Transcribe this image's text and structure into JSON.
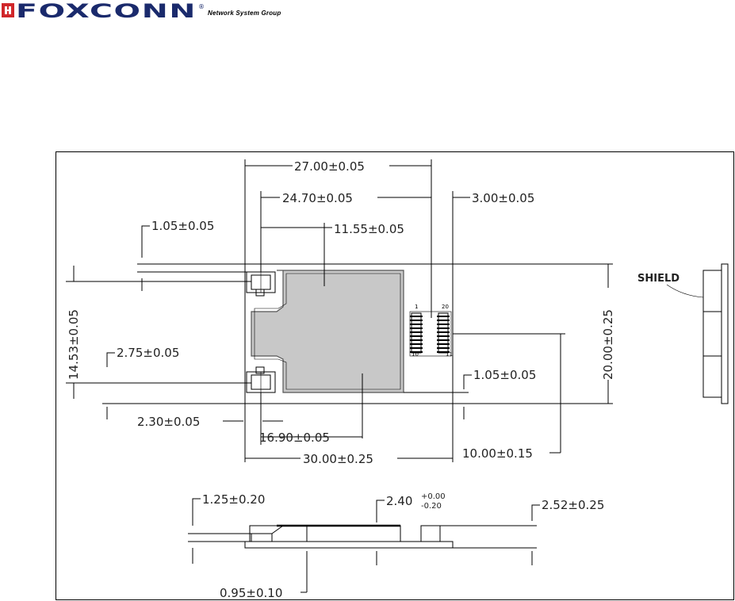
{
  "header": {
    "brand": "FOXCONN",
    "registered": "®",
    "subtitle": "Network System Group",
    "brand_color": "#d0272b",
    "text_color": "#1a2a6c"
  },
  "dimensions": {
    "d_27_00": "27.00±0.05",
    "d_24_70": "24.70±0.05",
    "d_3_00": "3.00±0.05",
    "d_1_05_top": "1.05±0.05",
    "d_11_55": "11.55±0.05",
    "d_14_53": "14.53±0.05",
    "d_20_00": "20.00±0.25",
    "d_2_75": "2.75±0.05",
    "d_1_05_right": "1.05±0.05",
    "d_2_30": "2.30±0.05",
    "d_16_90": "16.90±0.05",
    "d_30_00": "30.00±0.25",
    "d_10_00": "10.00±0.15",
    "d_1_25": "1.25±0.20",
    "d_2_40": "2.40",
    "d_2_40_plus": "+0.00",
    "d_2_40_minus": "-0.20",
    "d_2_52": "2.52±0.25",
    "d_0_95": "0.95±0.10"
  },
  "labels": {
    "shield": "SHIELD",
    "pin_1": "1",
    "pin_20": "20",
    "pin_10": "10",
    "pin_11": "11"
  }
}
